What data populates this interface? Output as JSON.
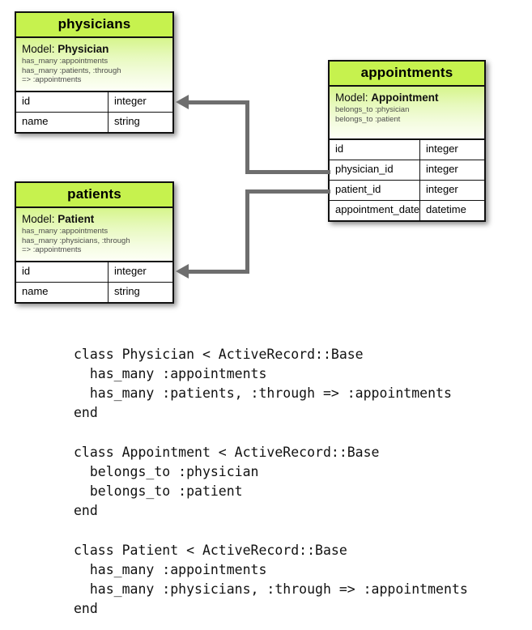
{
  "diagram": {
    "tables": [
      {
        "id": "physicians",
        "title": "physicians",
        "model_label": "Model:",
        "model_name": "Physician",
        "associations": [
          "has_many :appointments",
          "has_many :patients, :through",
          "=> :appointments"
        ],
        "columns": [
          {
            "name": "id",
            "type": "integer"
          },
          {
            "name": "name",
            "type": "string"
          }
        ]
      },
      {
        "id": "appointments",
        "title": "appointments",
        "model_label": "Model:",
        "model_name": "Appointment",
        "associations": [
          "belongs_to :physician",
          "belongs_to :patient"
        ],
        "columns": [
          {
            "name": "id",
            "type": "integer"
          },
          {
            "name": "physician_id",
            "type": "integer"
          },
          {
            "name": "patient_id",
            "type": "integer"
          },
          {
            "name": "appointment_date",
            "type": "datetime"
          }
        ]
      },
      {
        "id": "patients",
        "title": "patients",
        "model_label": "Model:",
        "model_name": "Patient",
        "associations": [
          "has_many :appointments",
          "has_many :physicians, :through",
          "=> :appointments"
        ],
        "columns": [
          {
            "name": "id",
            "type": "integer"
          },
          {
            "name": "name",
            "type": "string"
          }
        ]
      }
    ],
    "relationships": [
      {
        "id": "physician-fk",
        "from": "appointments.physician_id",
        "to": "physicians.id"
      },
      {
        "id": "patient-fk",
        "from": "appointments.patient_id",
        "to": "patients.id"
      }
    ],
    "colors": {
      "header_green": "#c6f24e",
      "model_gradient_top": "#d6f58c",
      "model_gradient_bottom": "#fdfff6",
      "border": "#111111",
      "connector_gray": "#6e6e6e",
      "association_text": "#4d4d4d"
    }
  },
  "code": {
    "text": "class Physician < ActiveRecord::Base\n  has_many :appointments\n  has_many :patients, :through => :appointments\nend\n\nclass Appointment < ActiveRecord::Base\n  belongs_to :physician\n  belongs_to :patient\nend\n\nclass Patient < ActiveRecord::Base\n  has_many :appointments\n  has_many :physicians, :through => :appointments\nend"
  }
}
